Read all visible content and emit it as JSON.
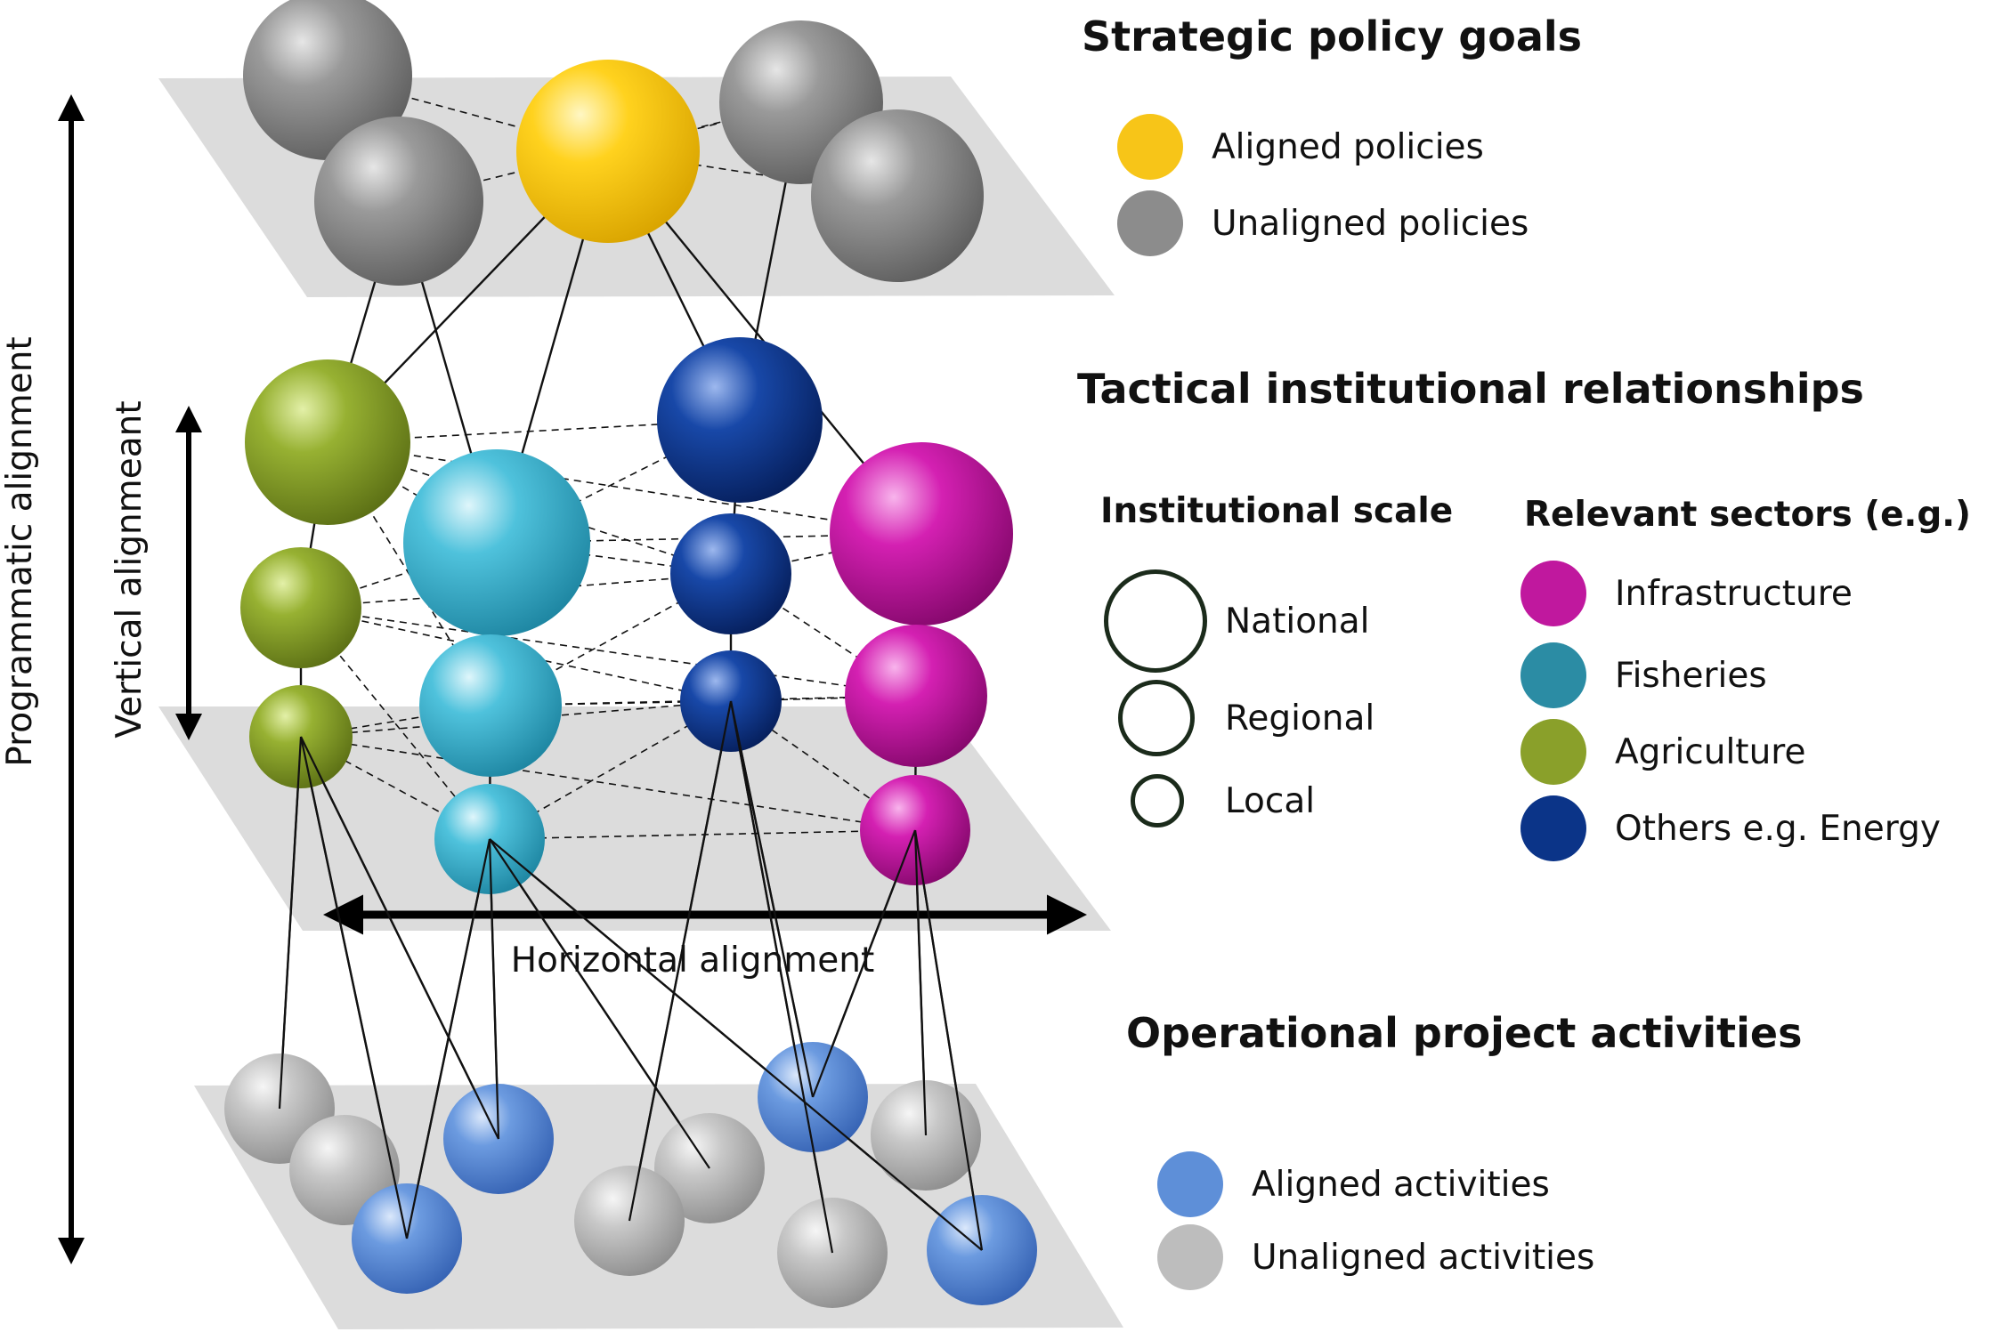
{
  "axis_labels": {
    "programmatic": "Programmatic alignment",
    "vertical": "Vertical alignmeant",
    "horizontal": "Horizontal alignment"
  },
  "strategic": {
    "title": "Strategic policy goals",
    "legend": [
      {
        "label": "Aligned policies",
        "color": "#f7c518"
      },
      {
        "label": "Unaligned policies",
        "color": "#8c8c8c"
      }
    ]
  },
  "tactical": {
    "title": "Tactical institutional relationships",
    "scale_title": "Institutional scale",
    "scale": [
      {
        "label": "National"
      },
      {
        "label": "Regional"
      },
      {
        "label": "Local"
      }
    ],
    "sectors_title": "Relevant sectors (e.g.)",
    "sectors": [
      {
        "label": "Infrastructure",
        "color": "#c0189e"
      },
      {
        "label": "Fisheries",
        "color": "#2b8ca4"
      },
      {
        "label": "Agriculture",
        "color": "#8aa02a"
      },
      {
        "label": "Others e.g. Energy",
        "color": "#0b3488"
      }
    ]
  },
  "operational": {
    "title": "Operational project activities",
    "legend": [
      {
        "label": "Aligned activities",
        "color": "#5e8fd8"
      },
      {
        "label": "Unaligned activities",
        "color": "#bdbdbd"
      }
    ]
  },
  "palette": {
    "policy_yellow": "#f7c518",
    "policy_grey": "#8c8c8c",
    "agri": "#8aa02a",
    "fish": "#35b3d0",
    "energy": "#0b3488",
    "infra": "#c0189e",
    "activity_blue": "#5e8fd8",
    "activity_grey": "#bdbdbd",
    "plane": "#dcdcdc"
  }
}
